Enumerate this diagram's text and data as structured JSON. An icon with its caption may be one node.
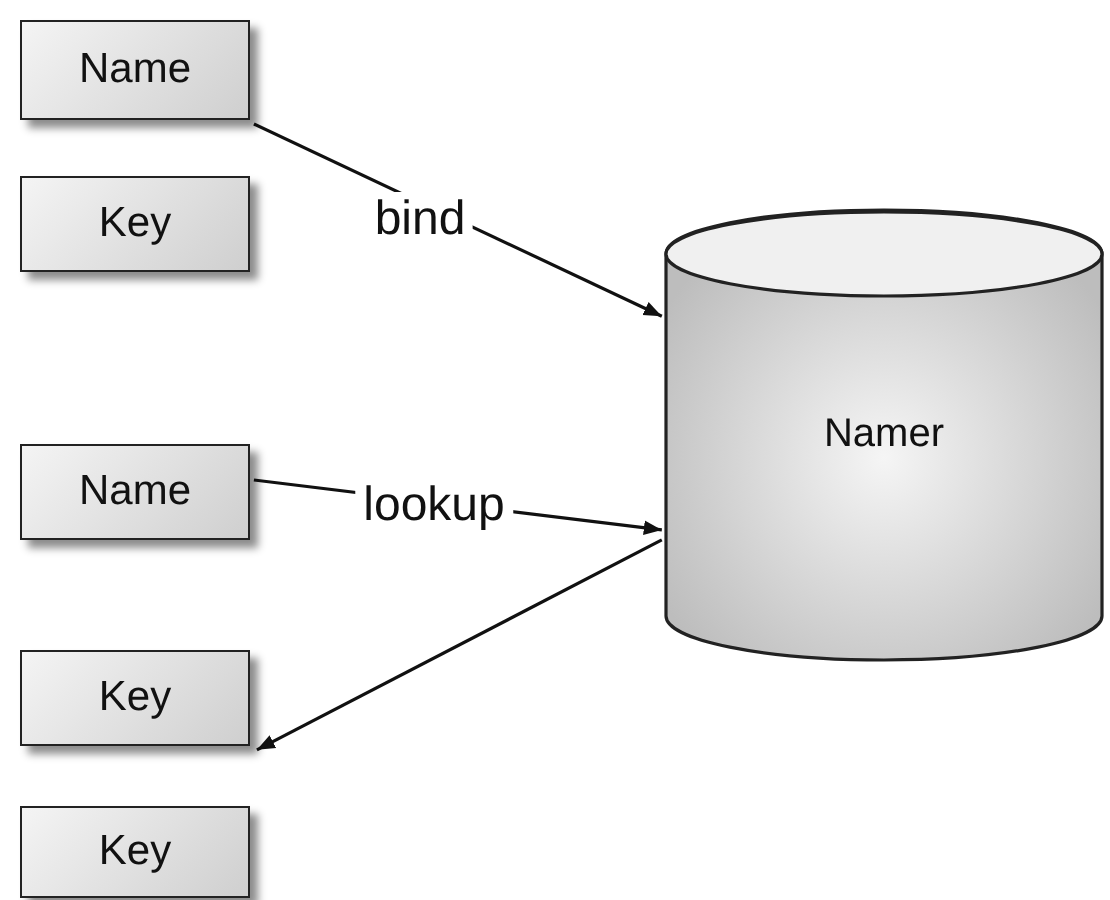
{
  "diagram": {
    "nodes": [
      {
        "text": [
          "Name"
        ]
      },
      {
        "text": [
          "Key"
        ]
      },
      {
        "text": [
          "Namer"
        ]
      },
      {
        "text": [
          "Name"
        ]
      },
      {
        "text": [
          "Key"
        ]
      },
      {
        "text": [
          "Key"
        ]
      }
    ],
    "edges": [
      {
        "from": 0,
        "to": 2,
        "arrow": "to",
        "label": "bind"
      },
      {
        "from": 3,
        "to": 2,
        "arrow": "to",
        "label": "lookup"
      },
      {
        "from": 2,
        "to": 4,
        "arrow": "to"
      }
    ]
  }
}
